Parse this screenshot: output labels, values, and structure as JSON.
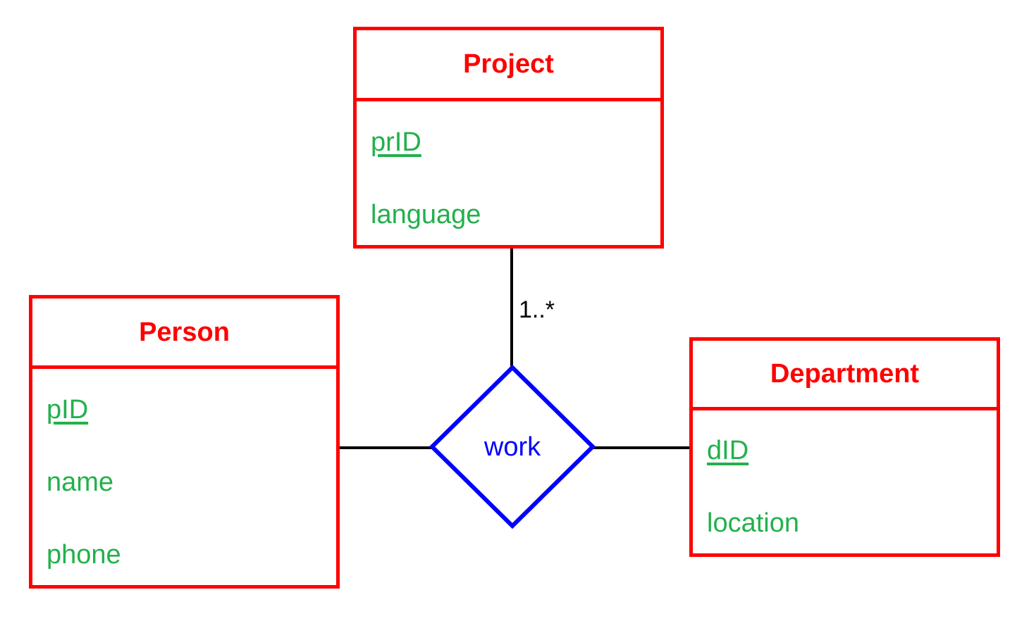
{
  "diagram": {
    "type": "er-diagram",
    "notation": "chen-uml-hybrid",
    "colors": {
      "entity_border": "#FF0000",
      "entity_title": "#FF0000",
      "attribute": "#22B14C",
      "relationship": "#0000FF",
      "connector": "#000000",
      "background": "#FFFFFF"
    }
  },
  "entities": [
    {
      "id": "project",
      "name": "Project",
      "attributes": [
        {
          "label": "prID",
          "key": true
        },
        {
          "label": "language",
          "key": false
        }
      ]
    },
    {
      "id": "person",
      "name": "Person",
      "attributes": [
        {
          "label": "pID",
          "key": true
        },
        {
          "label": "name",
          "key": false
        },
        {
          "label": "phone",
          "key": false
        }
      ]
    },
    {
      "id": "department",
      "name": "Department",
      "attributes": [
        {
          "label": "dID",
          "key": true
        },
        {
          "label": "location",
          "key": false
        }
      ]
    }
  ],
  "relationships": [
    {
      "id": "work",
      "name": "work",
      "connects": [
        "project",
        "person",
        "department"
      ]
    }
  ],
  "cardinalities": [
    {
      "id": "project-work",
      "label": "1..*",
      "from": "project",
      "to": "work"
    }
  ]
}
